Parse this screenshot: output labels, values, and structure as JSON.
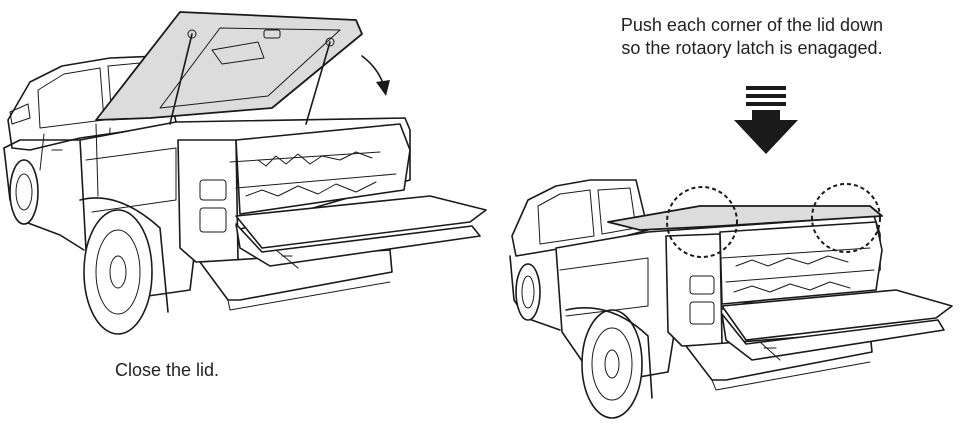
{
  "steps": [
    {
      "caption": "Close the lid."
    },
    {
      "caption_line1": "Push each corner of the lid down",
      "caption_line2": "so the rotaory latch is enagaged."
    }
  ]
}
